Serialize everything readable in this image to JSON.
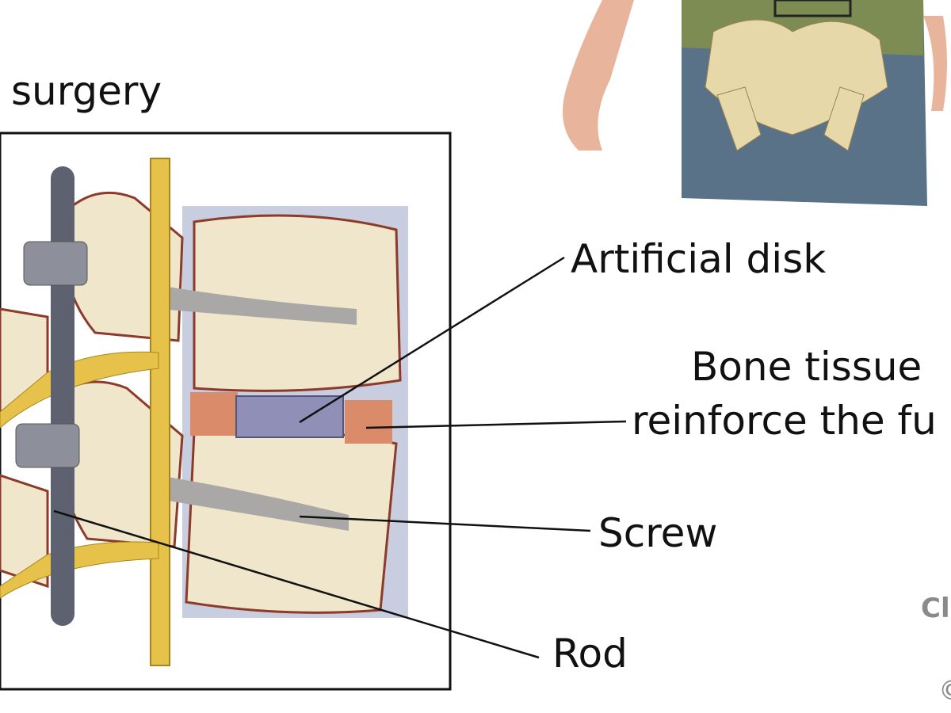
{
  "title": "surgery",
  "labels": {
    "artificial_disk": "Artificial disk",
    "bone_tissue_line1": "Bone tissue",
    "bone_tissue_line2": "reinforce the fu",
    "screw": "Screw",
    "rod": "Rod"
  },
  "logo": {
    "text": "Cl",
    "copyright": "©"
  },
  "colors": {
    "bone": "#efe6cc",
    "outline": "#8c3a2a",
    "rod": "#5d6170",
    "nerve": "#e6c24a",
    "disk": "#8f8fb8",
    "bone_graft": "#d98b6a"
  }
}
